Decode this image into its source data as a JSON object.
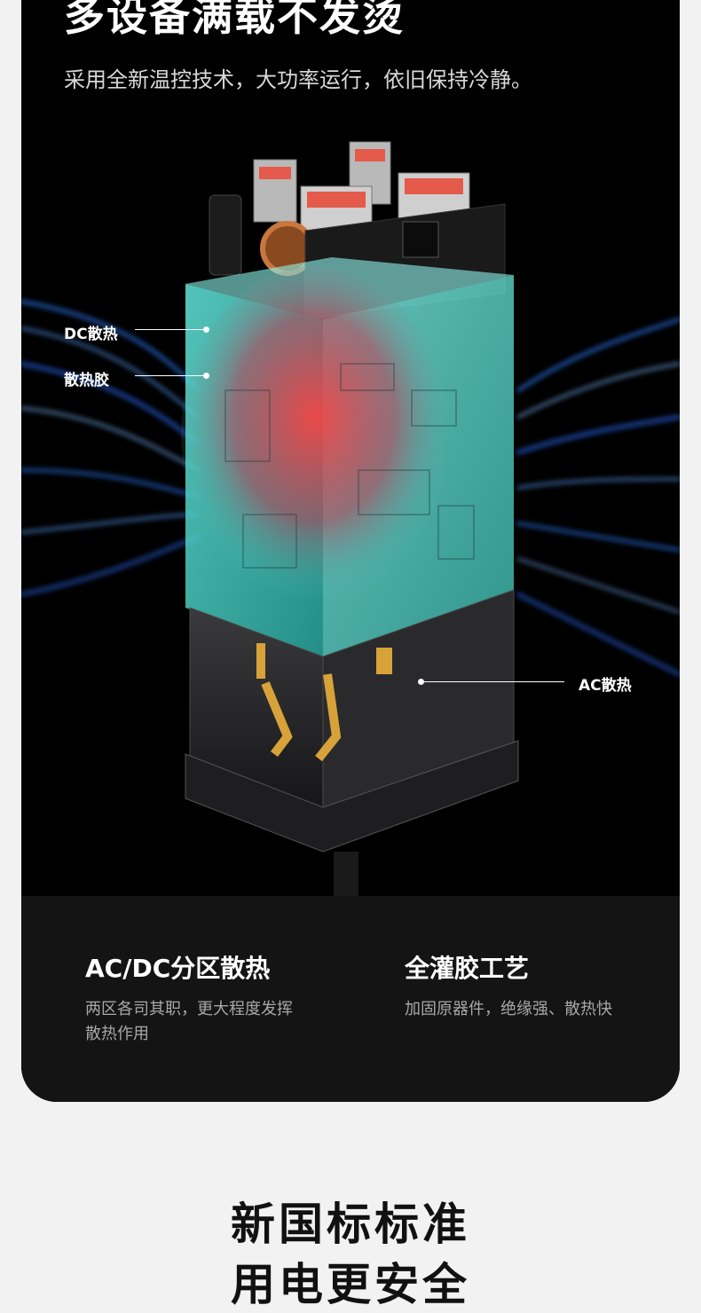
{
  "hero": {
    "title": "多设备满载不发烫",
    "subtitle": "采用全新温控技术，大功率运行，依旧保持冷静。"
  },
  "callouts": {
    "dc": "DC散热",
    "glue": "散热胶",
    "ac": "AC散热"
  },
  "features": [
    {
      "title": "AC/DC分区散热",
      "desc": "两区各司其职，更大程度发挥散热作用"
    },
    {
      "title": "全灌胶工艺",
      "desc": "加固原器件，绝缘强、散热快"
    }
  ],
  "section": {
    "line1": "新国标标准",
    "line2": "用电更安全"
  },
  "colors": {
    "card_bg": "#000000",
    "card_bottom": "#141414",
    "page_bg": "#f2f2f2",
    "teal": "#3fd0c6",
    "heat": "#e03a3a",
    "airflow": "#2f7dff"
  }
}
